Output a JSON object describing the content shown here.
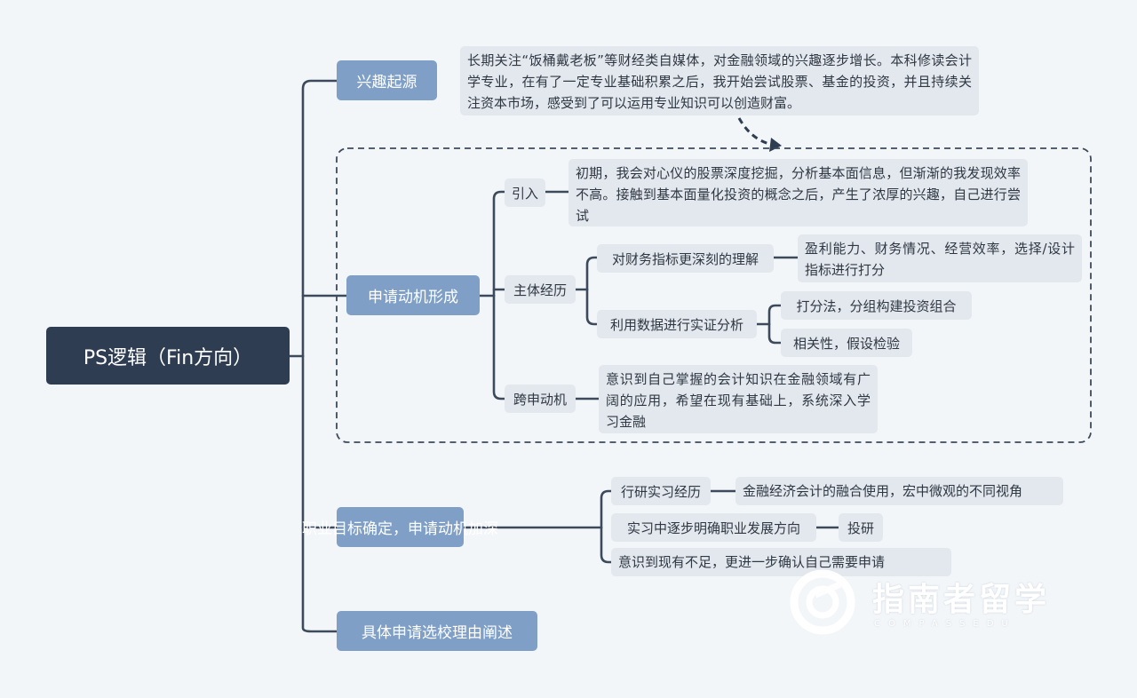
{
  "root": {
    "label": "PS逻辑（Fin方向）"
  },
  "branch_interest": {
    "label": "兴趣起源",
    "detail": "长期关注“饭桶戴老板”等财经类自媒体，对金融领域的兴趣逐步增长。本科修读会计学专业，在有了一定专业基础积累之后，我开始尝试股票、基金的投资，并且持续关注资本市场，感受到了可以运用专业知识可以创造财富。"
  },
  "branch_motivation": {
    "label": "申请动机形成",
    "intro": {
      "label": "引入",
      "detail": "初期，我会对心仪的股票深度挖掘，分析基本面信息，但渐渐的我发现效率不高。接触到基本面量化投资的概念之后，产生了浓厚的兴趣，自己进行尝试"
    },
    "main": {
      "label": "主体经历",
      "finance": {
        "label": "对财务指标更深刻的理解",
        "detail": "盈利能力、财务情况、经营效率，选择/设计指标进行打分"
      },
      "data": {
        "label": "利用数据进行实证分析",
        "items": [
          "打分法，分组构建投资组合",
          "相关性，假设检验"
        ]
      }
    },
    "cross": {
      "label": "跨申动机",
      "detail": "意识到自己掌握的会计知识在金融领域有广阔的应用，希望在现有基础上，系统深入学习金融"
    }
  },
  "branch_career": {
    "label": "职业目标确定，申请动机加深",
    "items": [
      {
        "label": "行研实习经历",
        "detail": "金融经济会计的融合使用，宏中微观的不同视角"
      },
      {
        "label": "实习中逐步明确职业发展方向",
        "detail": "投研"
      },
      {
        "label": "意识到现有不足，更进一步确认自己需要申请"
      }
    ]
  },
  "branch_school": {
    "label": "具体申请选校理由阐述"
  },
  "watermark": {
    "brand": "指南者留学",
    "sub": "COMPASSEDU"
  },
  "colors": {
    "root": "#2f3d52",
    "level1": "#7f9fc6",
    "leaf": "#e3e8ee",
    "line": "#3c4a5c"
  }
}
